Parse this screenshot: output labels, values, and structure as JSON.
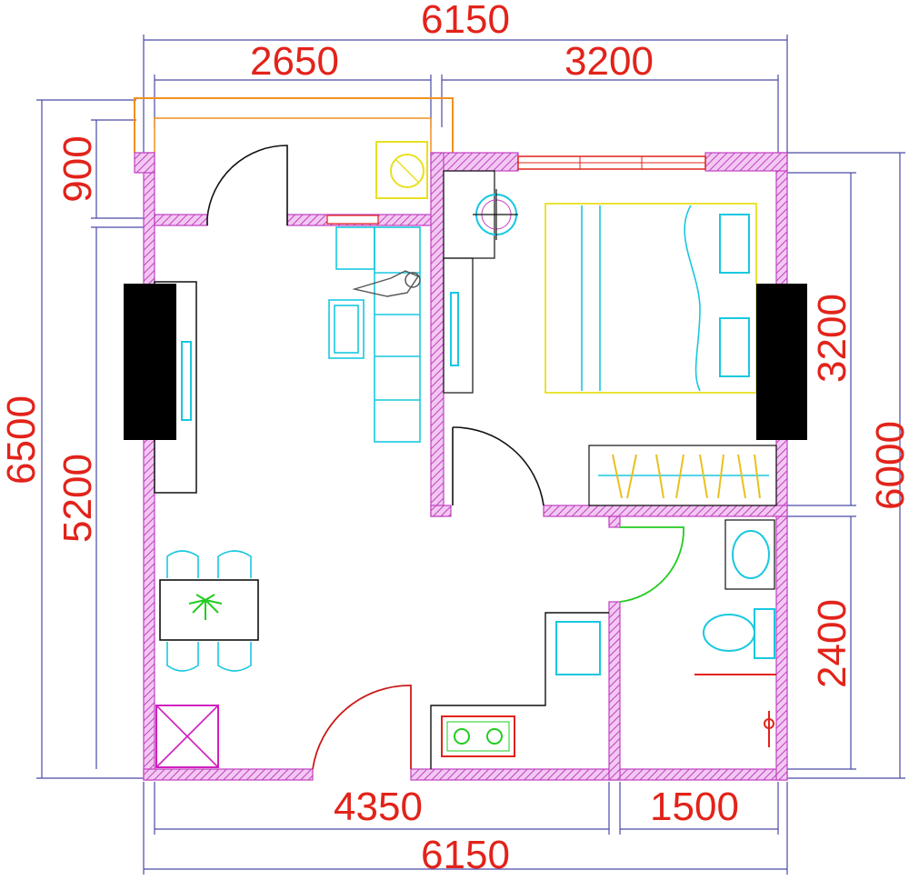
{
  "dimensions": {
    "top_total": "6150",
    "top_left": "2650",
    "top_right": "3200",
    "left_total": "6500",
    "left_upper": "900",
    "left_lower": "5200",
    "right_upper": "3200",
    "right_total": "6000",
    "right_lower": "2400",
    "bottom_left": "4350",
    "bottom_right": "1500",
    "bottom_total": "6150"
  },
  "colors": {
    "dimension_text": "#e2231a",
    "dimension_line": "#4a4aa8",
    "wall": "#c040c0",
    "furniture_cyan": "#18c8e0",
    "bed_yellow": "#e8e020",
    "tv_black": "#000000",
    "stove_red": "#e2231a",
    "plant_green": "#22cc22"
  },
  "icons": [
    "tv-icon",
    "sofa-icon",
    "bed-icon",
    "wardrobe-icon",
    "dining-table-icon",
    "stove-icon",
    "sink-icon",
    "toilet-icon",
    "washing-machine-icon",
    "fridge-icon",
    "door-swing-icon",
    "window-icon",
    "plant-icon",
    "person-icon"
  ]
}
